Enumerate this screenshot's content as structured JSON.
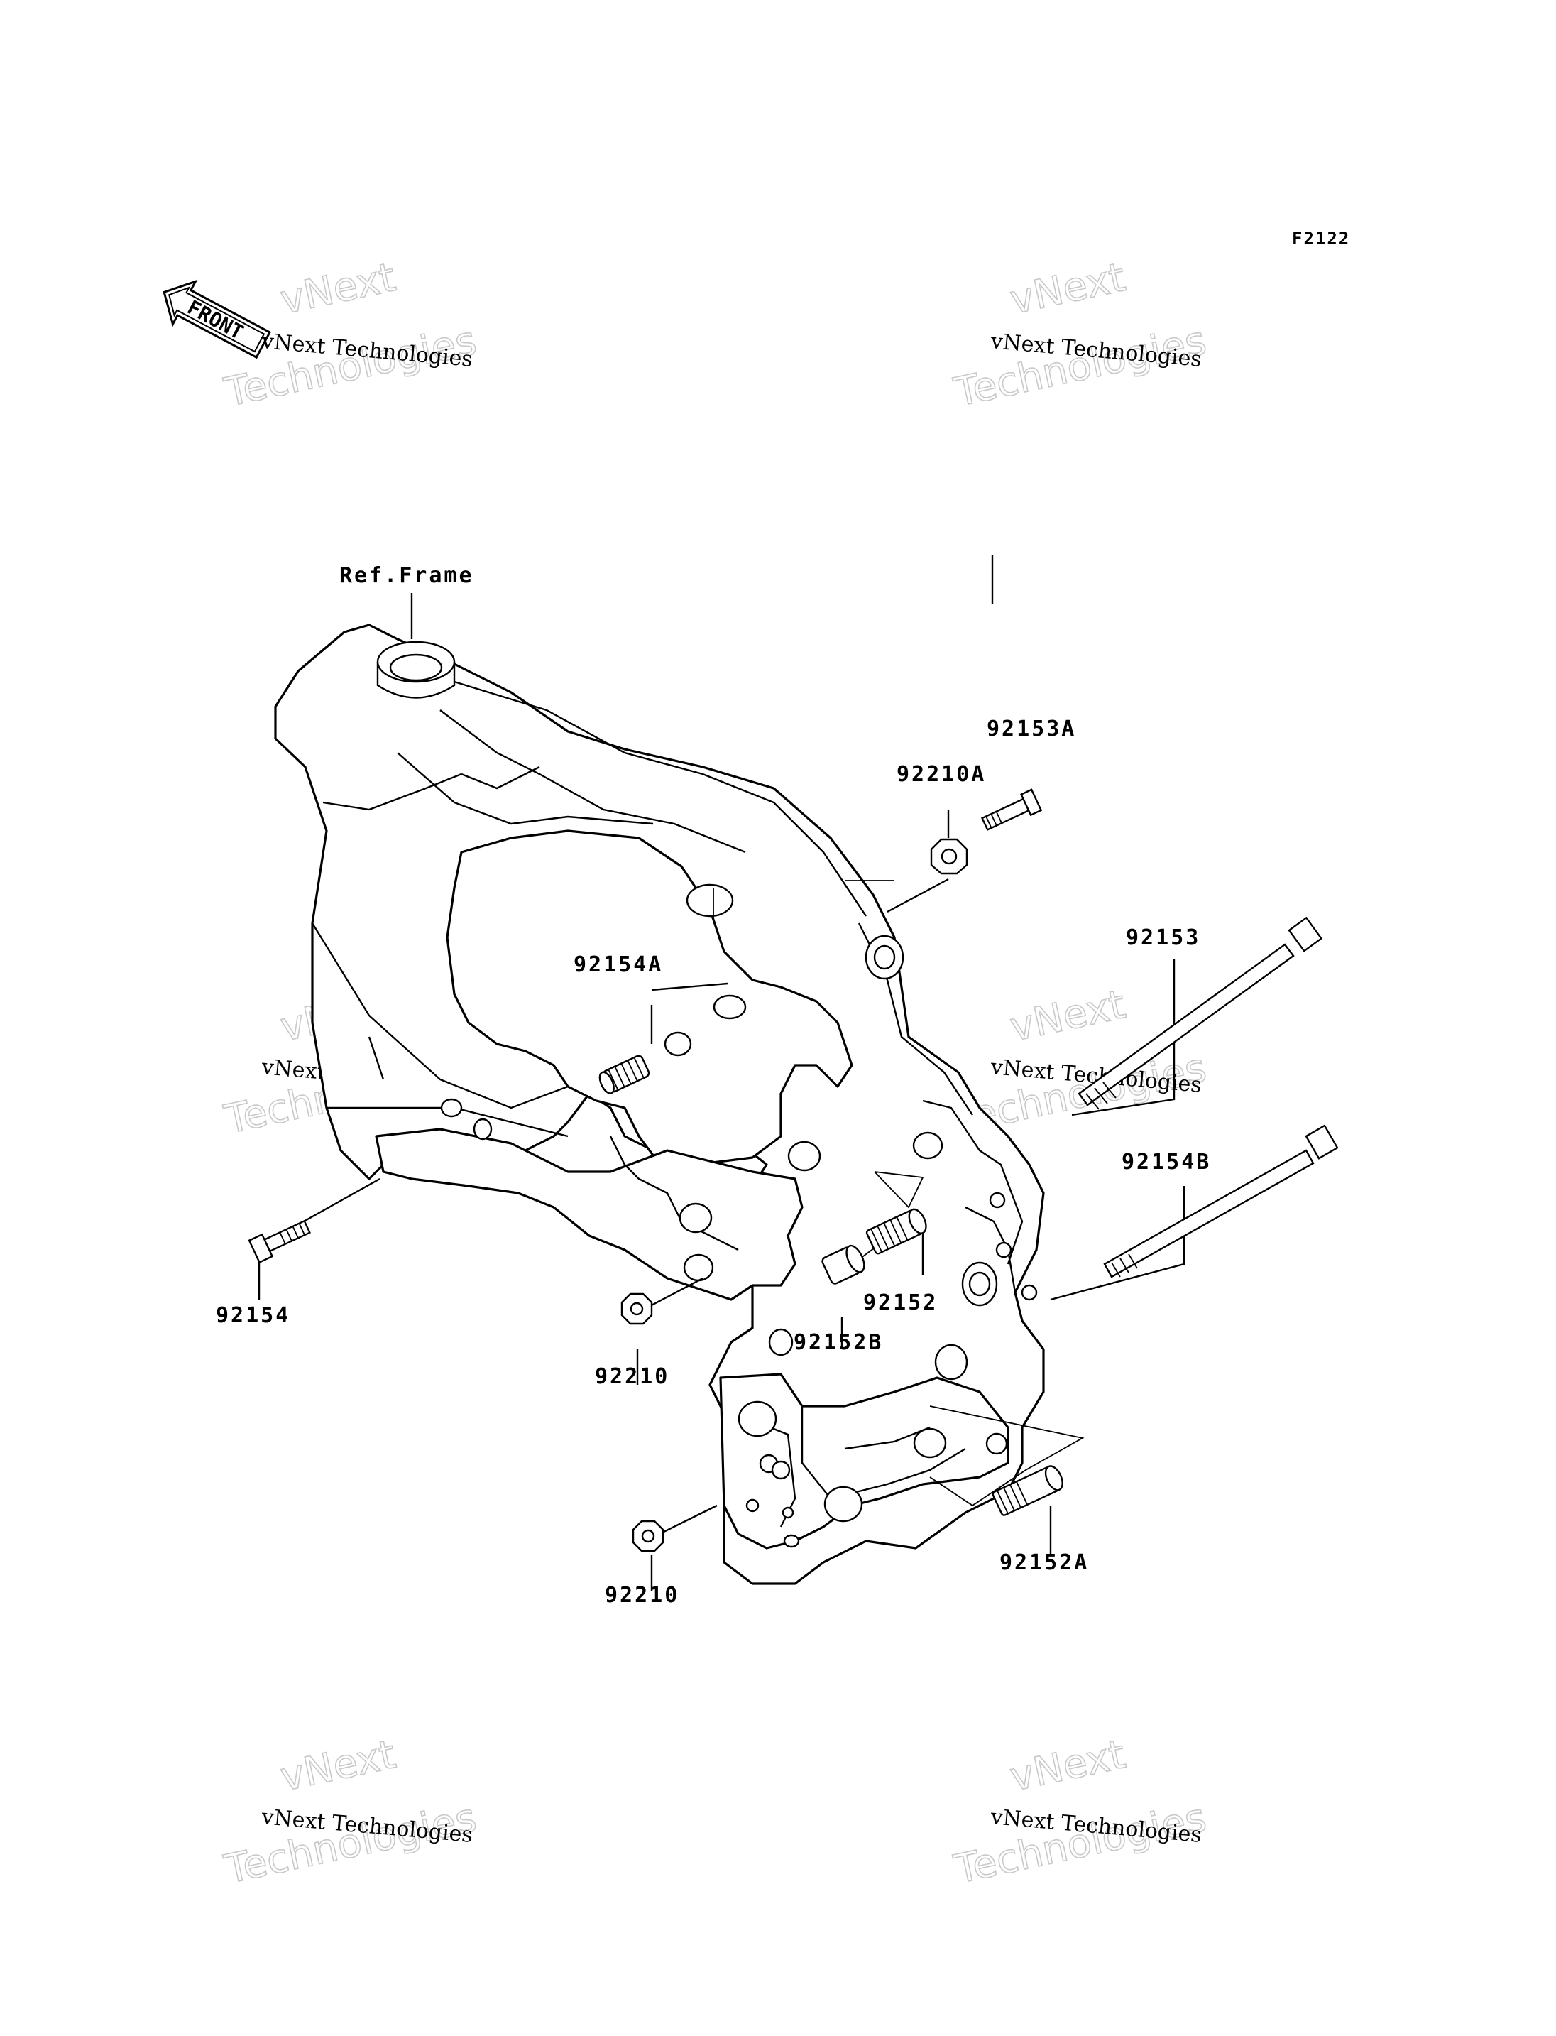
{
  "diagram_code": "F2122",
  "front_label": "FRONT",
  "reference_label": "Ref.Frame",
  "watermark": {
    "small": "vNext Technologies",
    "big_top": "vNext",
    "big_bottom": "Technologies"
  },
  "parts": {
    "p92153A": "92153A",
    "p92210A": "92210A",
    "p92153": "92153",
    "p92154A": "92154A",
    "p92154B": "92154B",
    "p92154": "92154",
    "p92152": "92152",
    "p92152B": "92152B",
    "p92210_upper": "92210",
    "p92210_lower": "92210",
    "p92152A": "92152A"
  }
}
